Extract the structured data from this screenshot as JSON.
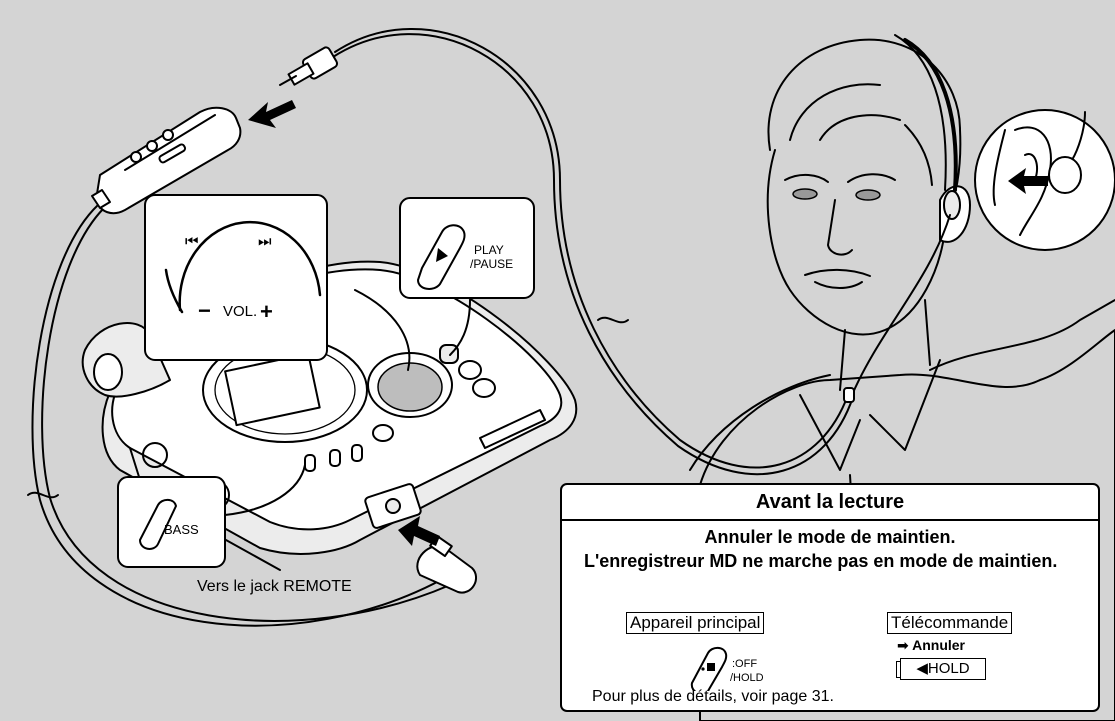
{
  "labels": {
    "prev_symbol": "⏮",
    "next_symbol": "⏭",
    "vol_minus": "−",
    "vol_text": "VOL.",
    "vol_plus": "+",
    "play_line1": "PLAY",
    "play_line2": "/PAUSE",
    "bass": "BASS",
    "remote_caption": "Vers le jack REMOTE"
  },
  "info_box": {
    "title": "Avant la lecture",
    "line1": "Annuler le mode de maintien.",
    "line2": "L'enregistreur MD ne marche pas en mode de maintien.",
    "main_unit_header": "Appareil principal",
    "remote_header": "Télécommande",
    "off_label": ":OFF",
    "hold_label": "/HOLD",
    "annuler_label": "➡ Annuler",
    "hold_button": "◀HOLD",
    "footer": "Pour plus de détails, voir page 31."
  },
  "colors": {
    "background": "#d4d4d4",
    "panel": "#ffffff",
    "ink": "#000000"
  }
}
